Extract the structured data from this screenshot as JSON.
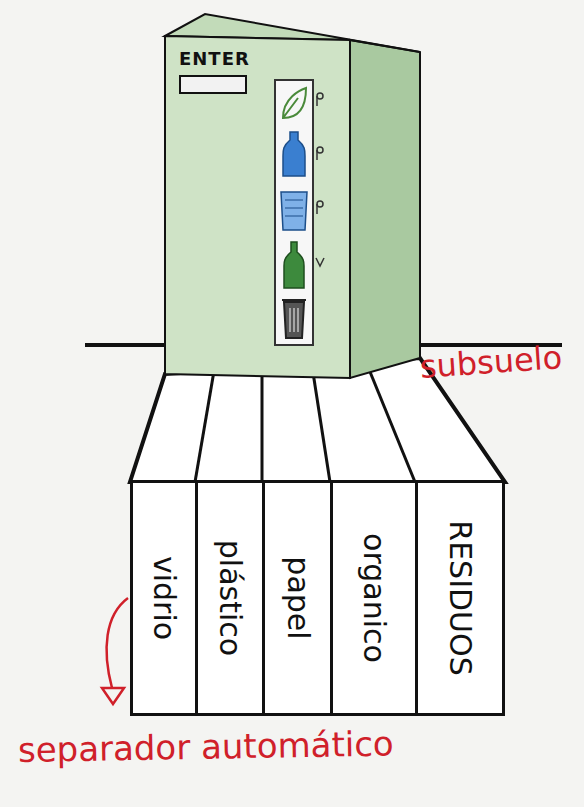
{
  "diagram": {
    "nodes": [
      {
        "text": [
          "ENTER"
        ]
      },
      {
        "text": [
          "vidrio"
        ]
      },
      {
        "text": [
          "plástico"
        ]
      },
      {
        "text": [
          "papel"
        ]
      },
      {
        "text": [
          "organico"
        ]
      },
      {
        "text": [
          "RESIDUOS"
        ]
      }
    ],
    "labels": [
      "subsuelo",
      "separador automático"
    ]
  }
}
